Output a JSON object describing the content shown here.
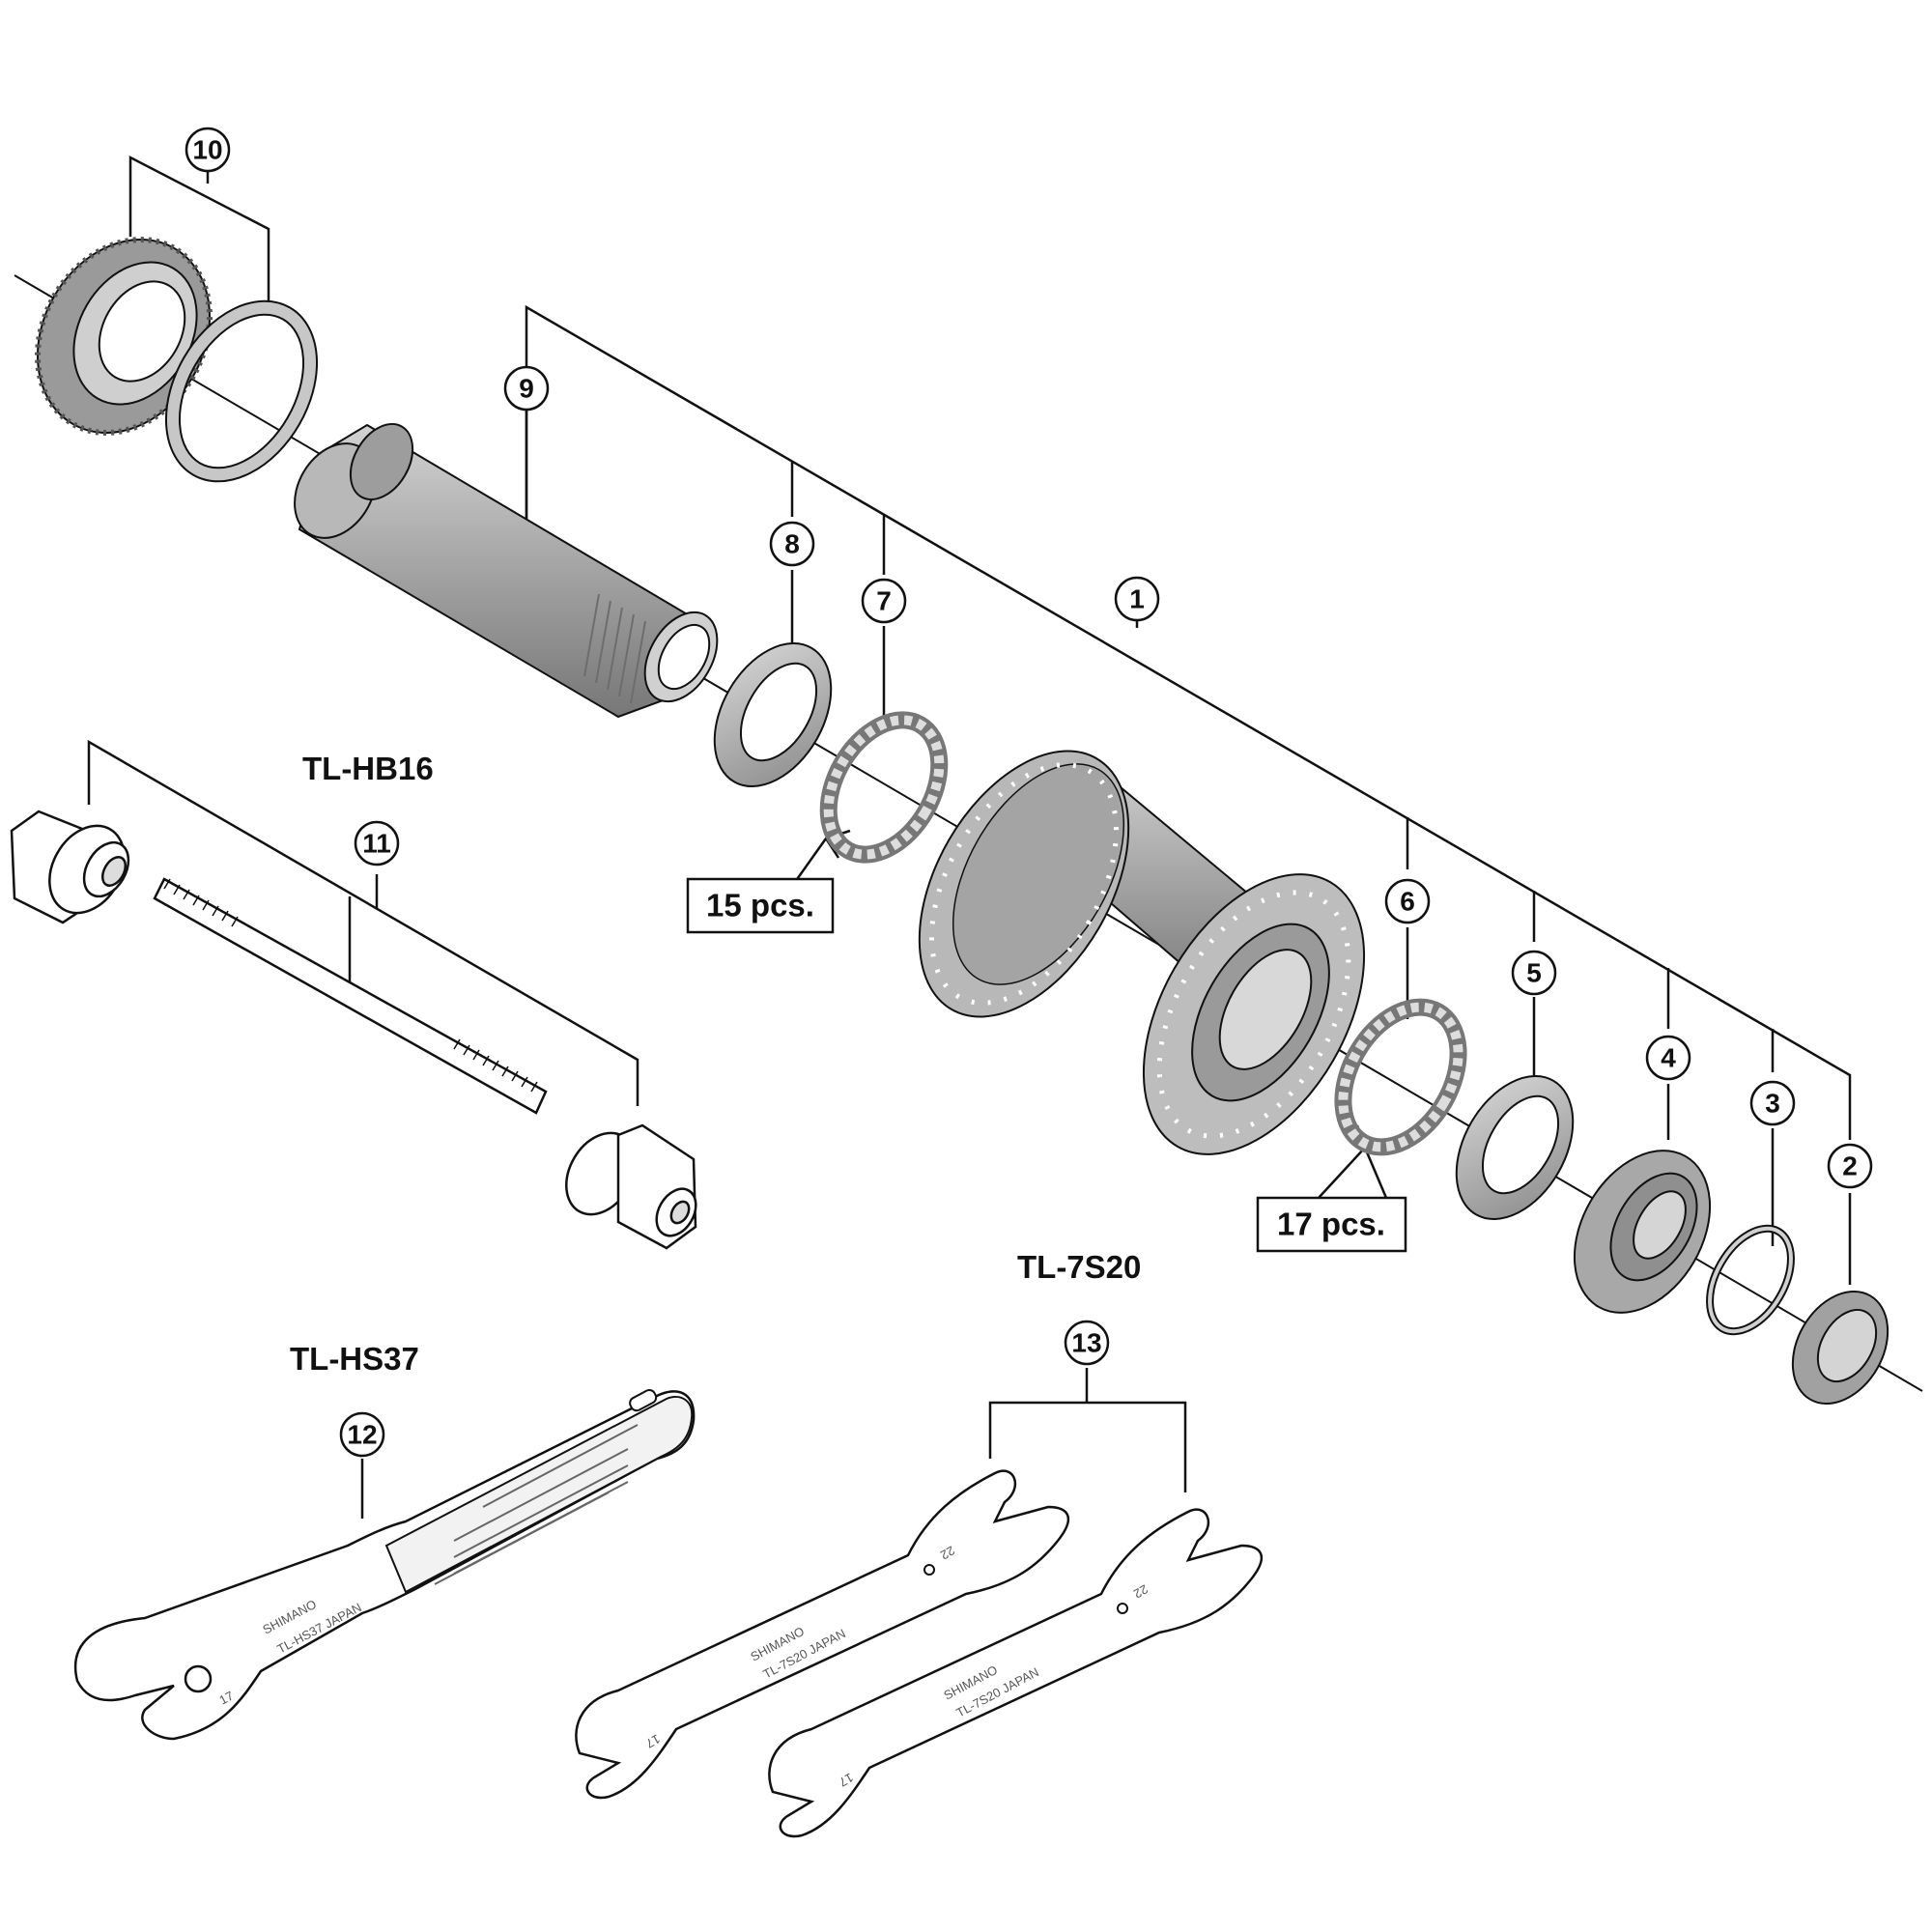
{
  "callouts": {
    "c1": "1",
    "c2": "2",
    "c3": "3",
    "c4": "4",
    "c5": "5",
    "c6": "6",
    "c7": "7",
    "c8": "8",
    "c9": "9",
    "c10": "10",
    "c11": "11",
    "c12": "12",
    "c13": "13"
  },
  "tools": {
    "hb16": "TL-HB16",
    "hs37": "TL-HS37",
    "s20": "TL-7S20"
  },
  "ball_counts": {
    "left": "15 pcs.",
    "right": "17 pcs."
  },
  "wrench_etching": {
    "brand": "SHIMANO",
    "hs37_model": "TL-HS37  JAPAN",
    "s20_model": "TL-7S20 JAPAN",
    "size_small": "17",
    "size_large": "22"
  },
  "colors": {
    "line": "#111111",
    "part_fill": "#a9a9a9",
    "part_dark": "#7a7a7a",
    "part_light": "#cfcfcf",
    "tool_fill": "#ffffff"
  }
}
